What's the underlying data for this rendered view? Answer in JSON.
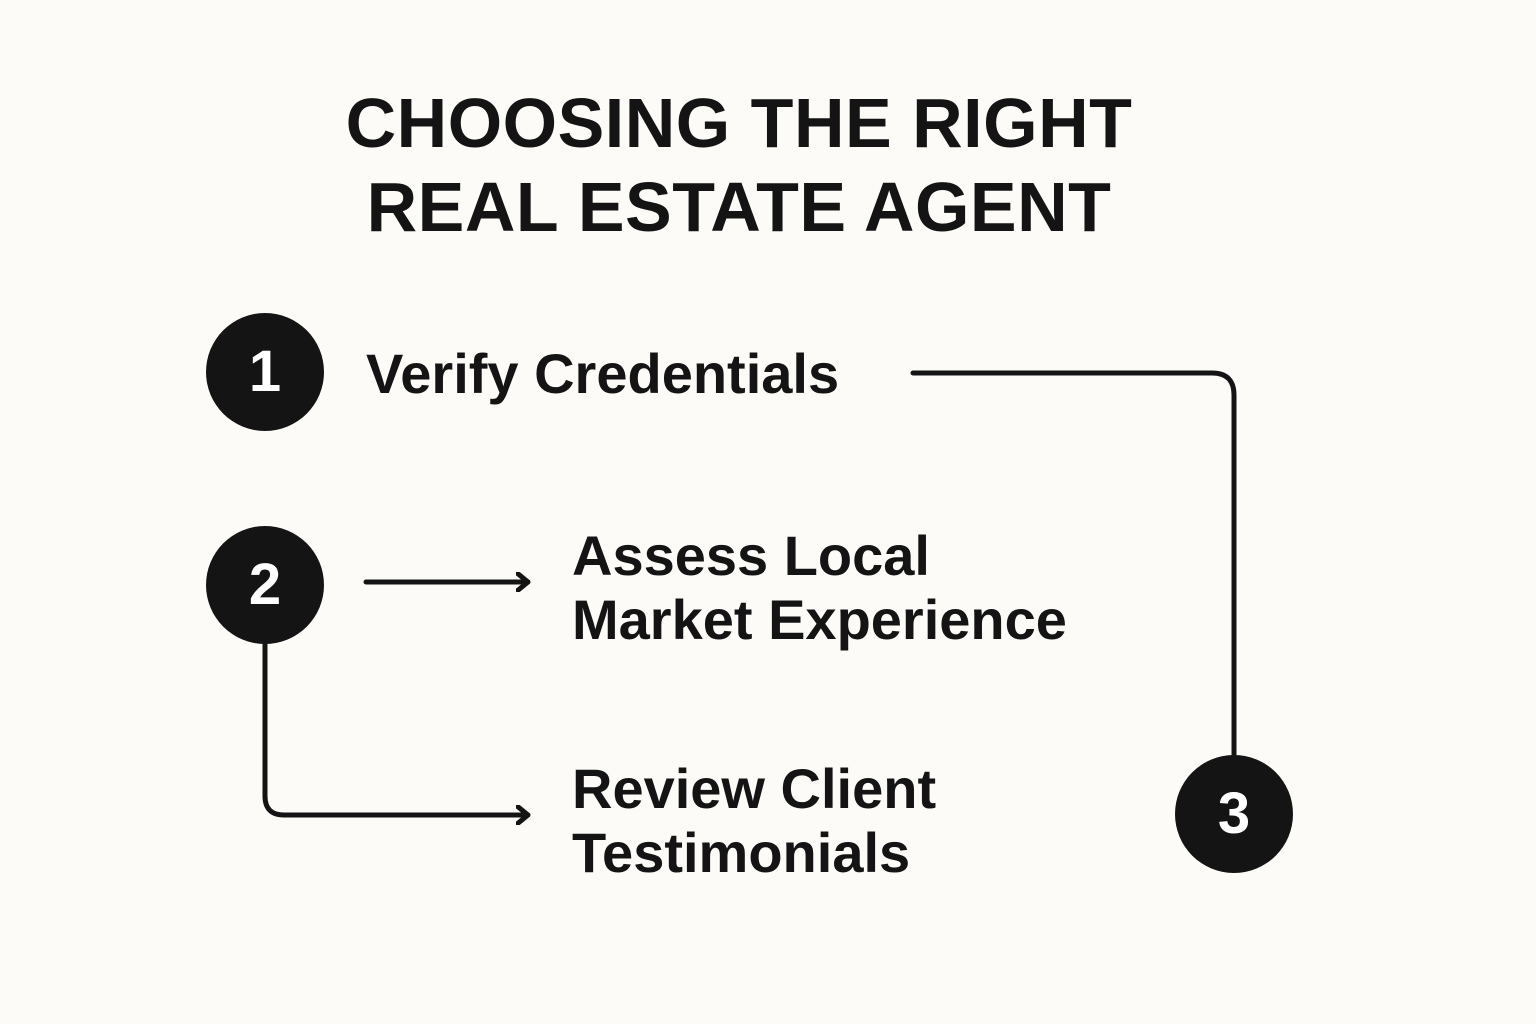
{
  "colors": {
    "background": "#fcfbf8",
    "ink": "#141414",
    "badge_text": "#ffffff"
  },
  "title": {
    "line1": "CHOOSING THE RIGHT",
    "line2": "REAL ESTATE AGENT"
  },
  "steps": [
    {
      "number": "1",
      "label_line1": "Verify Credentials",
      "label_line2": ""
    },
    {
      "number": "2",
      "label_line1": "Assess Local",
      "label_line2": "Market Experience"
    },
    {
      "number": "3",
      "label_line1": "Review Client",
      "label_line2": "Testimonials"
    }
  ]
}
